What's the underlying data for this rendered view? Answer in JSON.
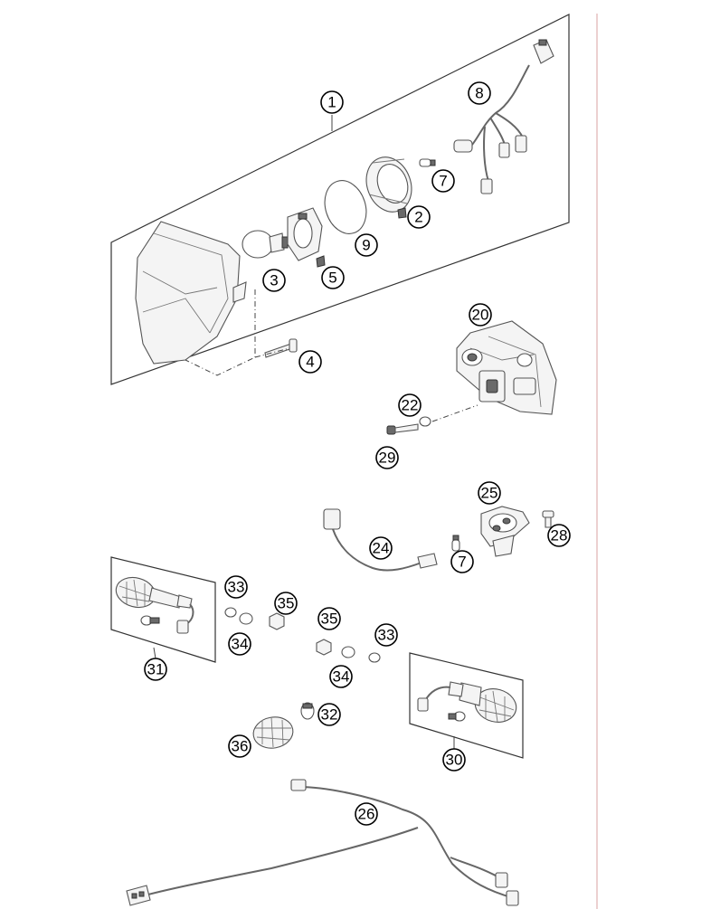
{
  "diagram": {
    "callouts": {
      "c1": "1",
      "c2": "2",
      "c3": "3",
      "c4": "4",
      "c5": "5",
      "c7a": "7",
      "c7b": "7",
      "c8": "8",
      "c9": "9",
      "c20": "20",
      "c22": "22",
      "c24": "24",
      "c25": "25",
      "c26": "26",
      "c28": "28",
      "c29": "29",
      "c30": "30",
      "c31": "31",
      "c32": "32",
      "c33a": "33",
      "c33b": "33",
      "c34a": "34",
      "c34b": "34",
      "c35a": "35",
      "c35b": "35",
      "c36": "36"
    },
    "colors": {
      "line": "#333333",
      "part_fill": "#f4f4f4",
      "margin_rule": "#d9a0a0"
    }
  }
}
